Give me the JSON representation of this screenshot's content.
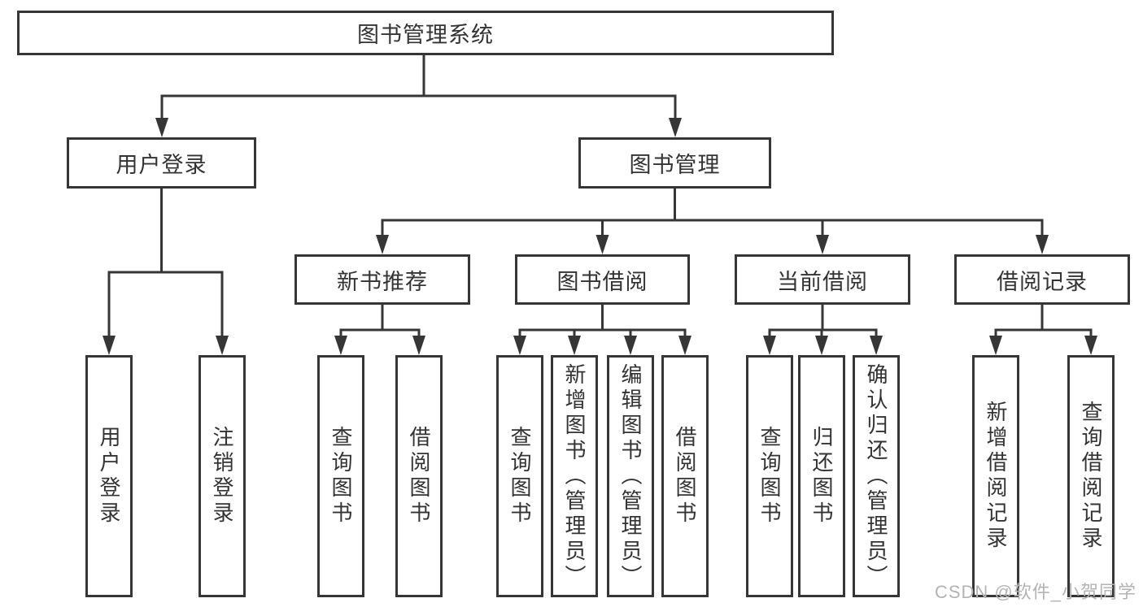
{
  "tree": {
    "root_label": "图书管理系统",
    "level2": [
      {
        "label": "用户登录",
        "leaves": [
          "用户登录",
          "注销登录"
        ]
      },
      {
        "label": "图书管理",
        "groups": [
          {
            "label": "新书推荐",
            "leaves": [
              "查询图书",
              "借阅图书"
            ]
          },
          {
            "label": "图书借阅",
            "leaves": [
              "查询图书",
              "新增图书（管理员）",
              "编辑图书（管理员）",
              "借阅图书"
            ]
          },
          {
            "label": "当前借阅",
            "leaves": [
              "查询图书",
              "归还图书",
              "确认归还（管理员）"
            ]
          },
          {
            "label": "借阅记录",
            "leaves": [
              "新增借阅记录",
              "查询借阅记录"
            ]
          }
        ]
      }
    ]
  },
  "watermark": "CSDN @软件_小贺同学",
  "colors": {
    "line": "#363636",
    "text": "#333333",
    "watermark": "#b4b4b4",
    "background": "#ffffff"
  }
}
